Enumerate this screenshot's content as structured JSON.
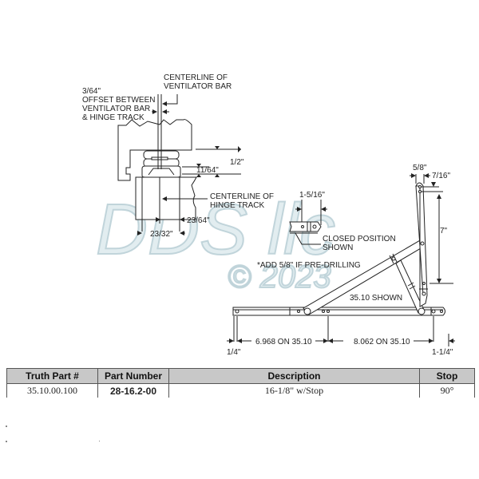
{
  "diagram": {
    "labels": {
      "centerline_ventilator": [
        "CENTERLINE OF",
        "VENTILATOR BAR"
      ],
      "offset_value": "3/64\"",
      "offset_text": [
        "OFFSET BETWEEN",
        "VENTILATOR BAR",
        "& HINGE TRACK"
      ],
      "half_inch": "1/2\"",
      "eleven_64": "11/64\"",
      "centerline_hinge": [
        "CENTERLINE OF",
        "HINGE TRACK"
      ],
      "twenty_three_64": "23/64\"",
      "twenty_three_32": "23/32\"",
      "one_5_16": "1-5/16\"",
      "closed_position": [
        "CLOSED POSITION",
        "SHOWN"
      ],
      "add_note": "*ADD 5/8\" IF PRE-DRILLING",
      "five_8": "5/8\"",
      "seven_16": "7/16\"",
      "seven": "7\"",
      "shown": "35.10 SHOWN",
      "quarter": "1/4\"",
      "dim_left": "6.968 ON 35.10",
      "dim_right": "8.062 ON 35.10",
      "one_quarter": "1-1/4\""
    },
    "watermark": {
      "brand": "DDS llc",
      "copyright": "© 2023",
      "color": "#b9cfd6"
    }
  },
  "table": {
    "headers": [
      "Truth Part #",
      "Part Number",
      "Description",
      "Stop"
    ],
    "rows": [
      [
        "35.10.00.100",
        "28-16.2-00",
        "16-1/8\" w/Stop",
        "90°"
      ]
    ],
    "header_bg": "#c8c8c8"
  }
}
